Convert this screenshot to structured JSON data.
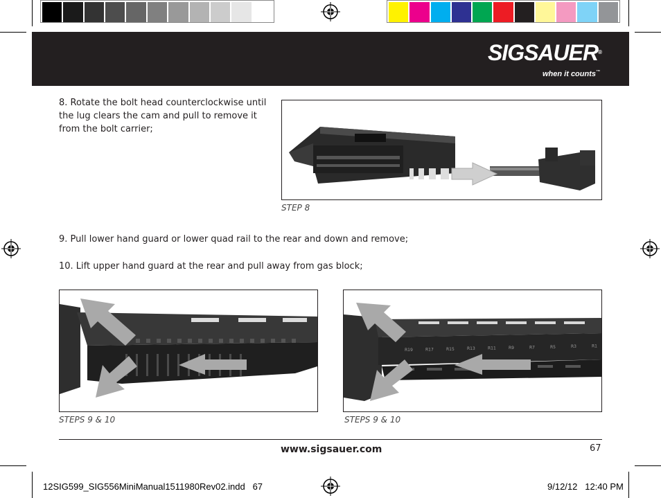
{
  "colors": {
    "grayscale_bar": [
      "#000000",
      "#1a1a1a",
      "#333333",
      "#4d4d4d",
      "#666666",
      "#808080",
      "#999999",
      "#b3b3b3",
      "#cccccc",
      "#e6e6e6",
      "#ffffff"
    ],
    "color_bar": [
      "#fff200",
      "#ec008c",
      "#00aeef",
      "#2e3192",
      "#00a651",
      "#ed1c24",
      "#231f20",
      "#fff799",
      "#f49ac1",
      "#7fd3f7",
      "#939598"
    ],
    "banner": "#231f20"
  },
  "brand": {
    "logo_text": "SIGSAUER",
    "tagline": "when it counts"
  },
  "steps": {
    "step8_text": "8. Rotate the bolt head counterclockwise until the lug clears the cam and pull to remove it from the bolt carrier;",
    "step9_text": "9. Pull lower hand guard or lower quad rail to the rear and down and remove;",
    "step10_text": "10. Lift upper hand guard at the rear and pull away from gas block;"
  },
  "figures": {
    "fig1_caption": "STEP 8",
    "fig2_caption": "STEPS 9 & 10",
    "fig3_caption": "STEPS 9 & 10",
    "rail_markings": [
      "R19",
      "R17",
      "R15",
      "R13",
      "R11",
      "R9",
      "R7",
      "R5",
      "R3",
      "R1"
    ]
  },
  "footer": {
    "url": "www.sigsauer.com",
    "page_number": "67"
  },
  "slug": {
    "file_info": "12SIG599_SIG556MiniManual1511980Rev02.indd   67",
    "date_time": "9/12/12   12:40 PM"
  }
}
